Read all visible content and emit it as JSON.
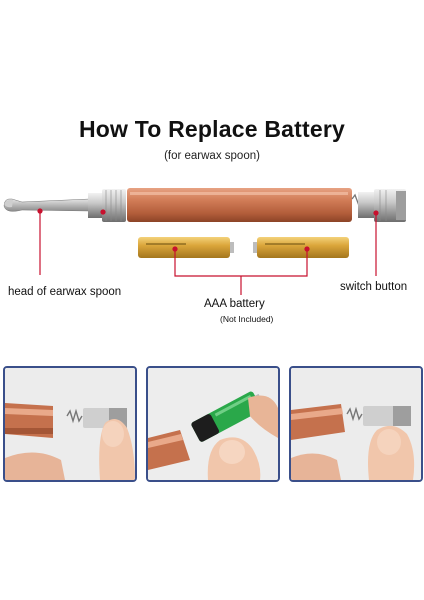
{
  "header": {
    "title": "How To Replace Battery",
    "subtitle": "(for earwax spoon)"
  },
  "labels": {
    "head": "head of earwax spoon",
    "battery": "AAA battery",
    "battery_note": "(Not Included)",
    "switch": "switch button"
  },
  "colors": {
    "tube": "#c9734f",
    "battery": "#d9a63a",
    "callout": "#c8102e",
    "panel_border": "#3a4f8a",
    "green_battery": "#2aa84a"
  },
  "steps": [
    {
      "name": "step-remove-cap"
    },
    {
      "name": "step-insert-battery"
    },
    {
      "name": "step-reassemble"
    }
  ]
}
